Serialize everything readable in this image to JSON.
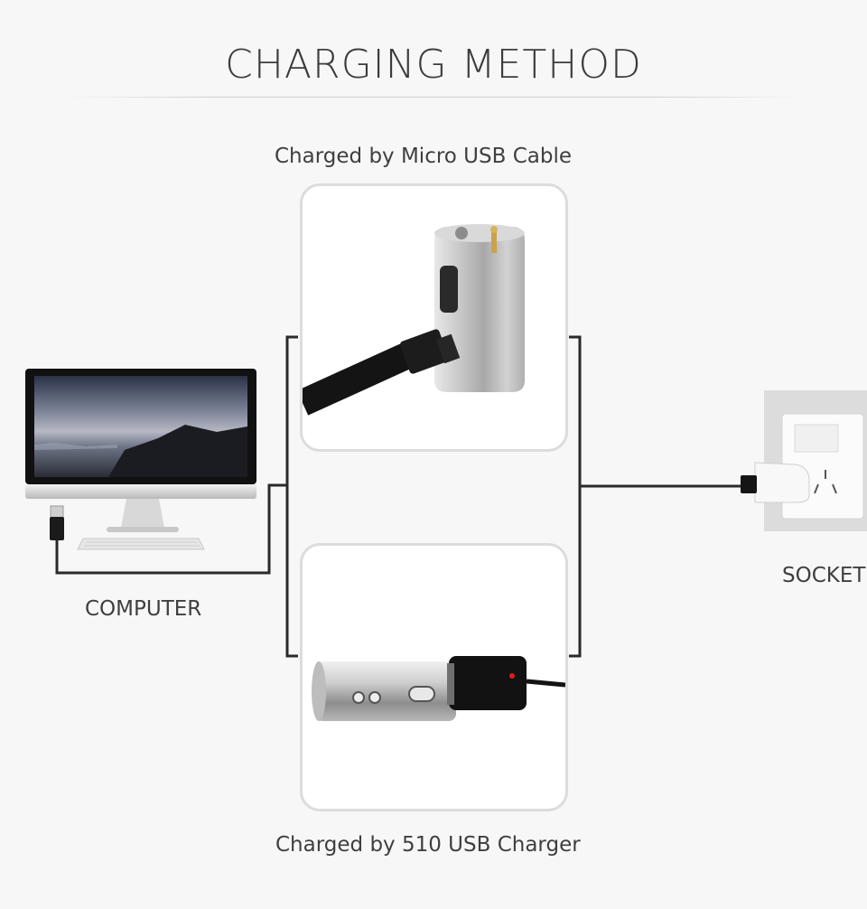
{
  "title": "CHARGING METHOD",
  "top_method": {
    "label": "Charged by Micro USB Cable"
  },
  "bottom_method": {
    "label": "Charged by 510 USB Charger"
  },
  "computer": {
    "label": "COMPUTER"
  },
  "socket": {
    "label": "SOCKET"
  }
}
